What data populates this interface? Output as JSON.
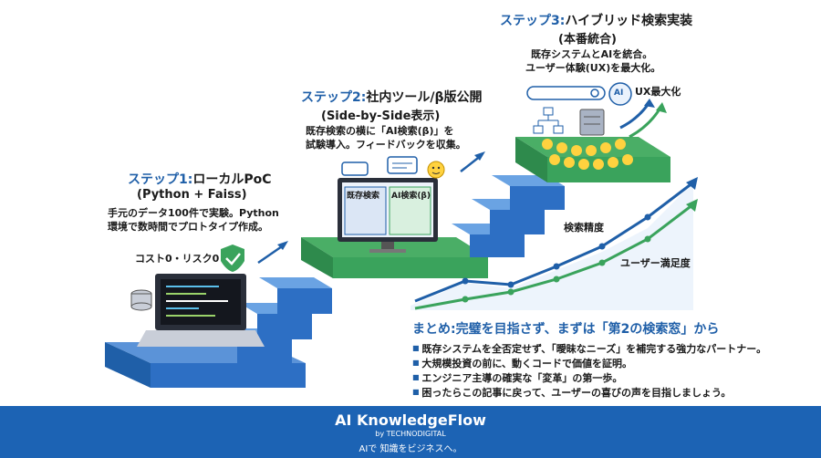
{
  "steps": [
    {
      "label": "ステップ1:",
      "title": "ローカルPoC",
      "subtitle": "(Python + Faiss)",
      "desc": [
        "手元のデータ100件で実験。Python",
        "環境で数時間でプロトタイプ作成。"
      ],
      "badge": "コスト0・リスク0"
    },
    {
      "label": "ステップ2:",
      "title": "社内ツール/β版公開",
      "subtitle": "(Side-by-Side表示)",
      "desc": [
        "既存検索の横に「AI検索(β)」を",
        "試験導入。フィードバックを収集。"
      ],
      "panels": [
        "既存検索",
        "AI検索(β)"
      ]
    },
    {
      "label": "ステップ3:",
      "title": "ハイブリッド検索実装",
      "subtitle": "(本番統合)",
      "desc": [
        "既存システムとAIを統合。",
        "ユーザー体験(UX)を最大化。"
      ],
      "ai_badge": "AI",
      "ux_label": "UX最大化"
    }
  ],
  "chart_labels": {
    "accuracy": "検索精度",
    "satisfaction": "ユーザー満足度"
  },
  "summary": {
    "title": "まとめ:完璧を目指さず、まずは「第2の検索窓」から",
    "bullets": [
      "既存システムを全否定せず、「曖昧なニーズ」を補完する強力なパートナー。",
      "大規模投資の前に、動くコードで価値を証明。",
      "エンジニア主導の確実な「変革」の第一歩。",
      "困ったらこの記事に戻って、ユーザーの喜びの声を目指しましょう。"
    ]
  },
  "footer": {
    "brand": "AI KnowledgeFlow",
    "by": "by TECHNODIGITAL",
    "tagline": "AIで 知識をビジネスへ。"
  },
  "colors": {
    "primary": "#1f5fa8",
    "step_blue": "#2d6fc4",
    "green": "#3aa35c",
    "footer": "#1c63b4"
  }
}
